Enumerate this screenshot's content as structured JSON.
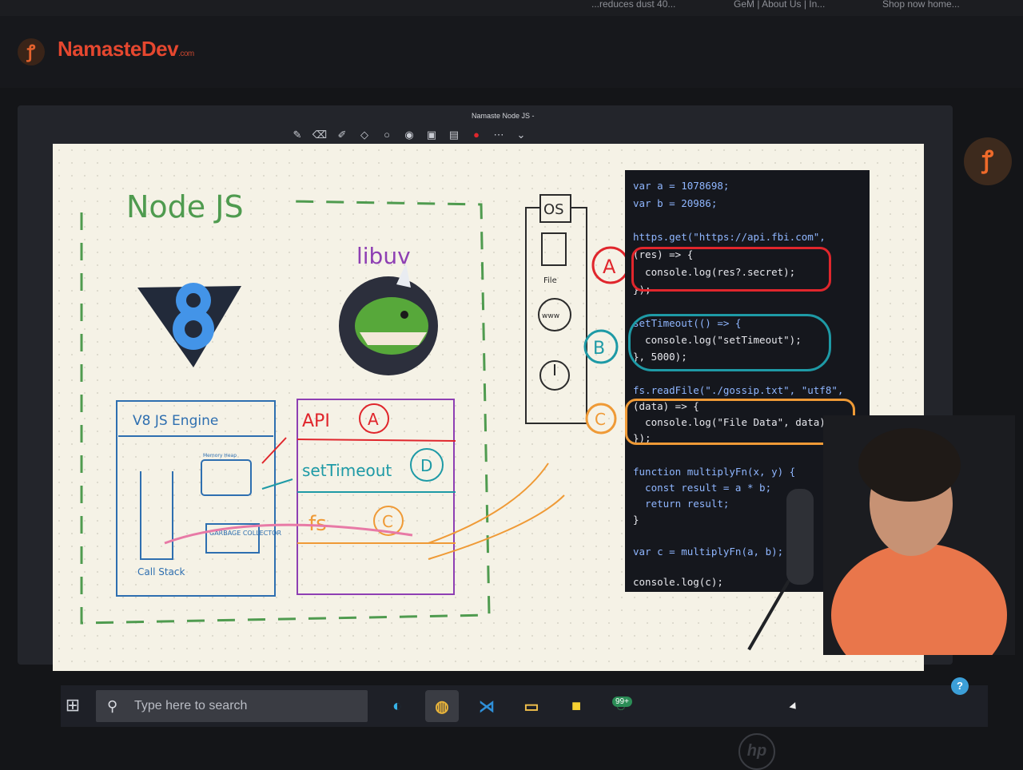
{
  "top_strip": {
    "tab_left": "...reduces dust 40...",
    "tab_middle": "GeM | About Us | In...",
    "tab_right": "Shop now home..."
  },
  "site": {
    "brand": "NamasteDev",
    "brand_suffix": ".com",
    "session_title": "Namaste Node JS -"
  },
  "whiteboard": {
    "node_title": "Node JS",
    "libuv_label": "libuv",
    "engine_title": "V8 JS Engine",
    "memory_heap_label": "Memory Heap",
    "garbage_collector": "GARBAGE COLLECTOR",
    "call_stack": "Call Stack",
    "api_label": "API",
    "settimeout_label": "setTimeout",
    "fs_label": "fs",
    "os_label": "OS",
    "file_label": "File",
    "www_label": "www",
    "markers": {
      "a": "A",
      "b": "B",
      "c": "C",
      "d": "D"
    }
  },
  "code": {
    "lines": [
      "var a = 1078698;",
      "var b = 20986;",
      "https.get(\"https://api.fbi.com\",",
      "(res) => {",
      "  console.log(res?.secret);",
      "});",
      "setTimeout(() => {",
      "  console.log(\"setTimeout\");",
      "}, 5000);",
      "fs.readFile(\"./gossip.txt\", \"utf8\",",
      "(data) => {",
      "  console.log(\"File Data\", data);",
      "});",
      "function multiplyFn(x, y) {",
      "  const result = a * b;",
      "  return result;",
      "}",
      "var c = multiplyFn(a, b);",
      "console.log(c);"
    ]
  },
  "taskbar": {
    "search_placeholder": "Type here to search",
    "notification_badge": "99+"
  },
  "colors": {
    "brand_orange": "#e5472f",
    "marker_red": "#e0262c",
    "marker_teal": "#1e9aa6",
    "marker_orange": "#ef9a36",
    "marker_green": "#4f9b4f",
    "marker_blue": "#2e6fb0",
    "marker_purple": "#8e3fb3"
  },
  "icons": {
    "logo": "namastedev-logo-icon",
    "windows": "windows-start-icon",
    "search": "search-icon",
    "edge": "edge-browser-icon",
    "chrome": "chrome-browser-icon",
    "vscode": "vscode-icon",
    "explorer": "file-explorer-icon",
    "notes": "sticky-notes-icon",
    "whatsapp": "whatsapp-icon"
  }
}
